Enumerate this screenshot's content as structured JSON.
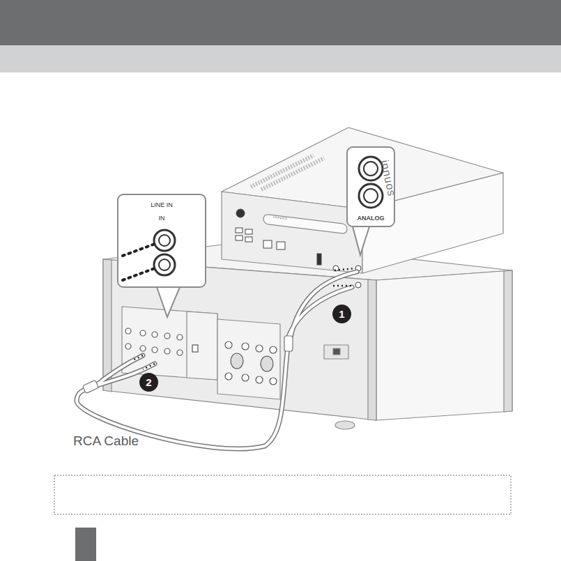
{
  "diagram": {
    "nodes": [
      {
        "text": [
          "LINE IN",
          "IN"
        ]
      },
      {
        "text": [
          "ANALOG"
        ]
      },
      {
        "text": [
          "1"
        ]
      },
      {
        "text": [
          "2"
        ]
      }
    ],
    "labels": [
      "innuos",
      "innuos",
      "RCA Cable"
    ]
  }
}
